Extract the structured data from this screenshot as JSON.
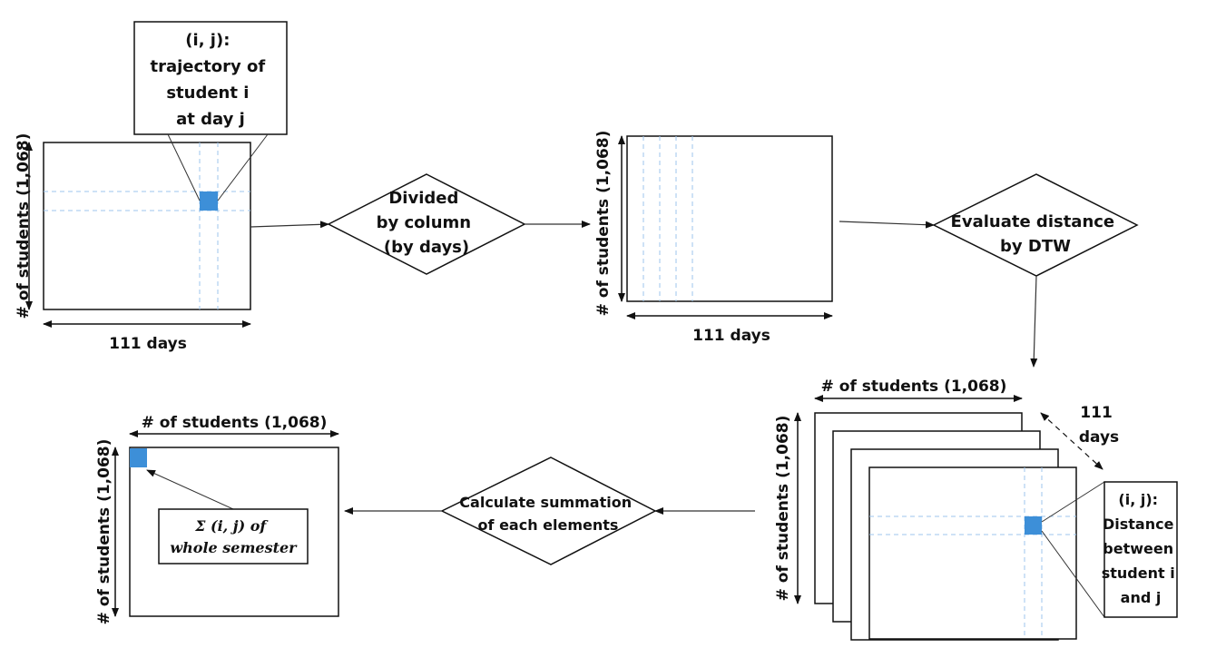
{
  "step1": {
    "callout": [
      "(i, j):",
      "trajectory of",
      "student i",
      "at day j"
    ],
    "ylabel": "# of students (1,068)",
    "xlabel": "111 days"
  },
  "decision1": [
    "Divided",
    "by column",
    "(by days)"
  ],
  "step2": {
    "ylabel": "# of students (1,068)",
    "xlabel": "111 days"
  },
  "decision2": [
    "Evaluate distance",
    "by DTW"
  ],
  "step3": {
    "top_label": "# of students (1,068)",
    "ylabel": "# of students (1,068)",
    "depth_label": [
      "111",
      "days"
    ],
    "callout": [
      "(i, j):",
      "Distance",
      "between",
      "student i",
      "and j"
    ]
  },
  "decision3": [
    "Calculate summation",
    "of each elements"
  ],
  "step4": {
    "top_label": "# of students (1,068)",
    "ylabel": "# of students (1,068)",
    "callout": [
      "Σ (i, j) of",
      "whole semester"
    ]
  },
  "colors": {
    "cell": "#3d8fd8",
    "guide": "#9cc6ee",
    "line": "#111111"
  }
}
